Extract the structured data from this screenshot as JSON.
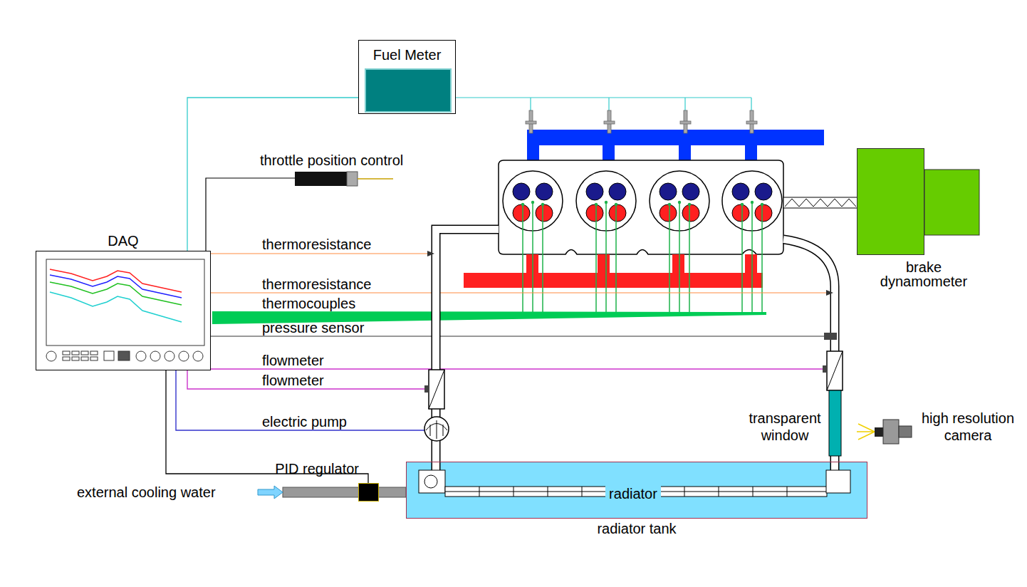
{
  "diagram": {
    "nodes": [
      {
        "text": [
          "Fuel Meter"
        ]
      },
      {
        "text": [
          "brake dynamometer"
        ]
      },
      {
        "text": [
          "DAQ"
        ]
      },
      {
        "text": [
          "PID regulator"
        ]
      },
      {
        "text": [
          "radiator tank"
        ]
      },
      {
        "text": [
          "radiator"
        ],
        "in": 4
      }
    ],
    "edges": [
      {
        "from": 2,
        "to": 0,
        "arrow": "none"
      },
      {
        "from": 2,
        "to": 3,
        "arrow": "none"
      }
    ],
    "labels": [
      "throttle position control",
      "thermoresistance",
      "thermoresistance",
      "thermocouples",
      "pressure sensor",
      "flowmeter",
      "flowmeter",
      "electric pump",
      "external cooling water",
      "transparent window",
      "high resolution camera"
    ]
  }
}
